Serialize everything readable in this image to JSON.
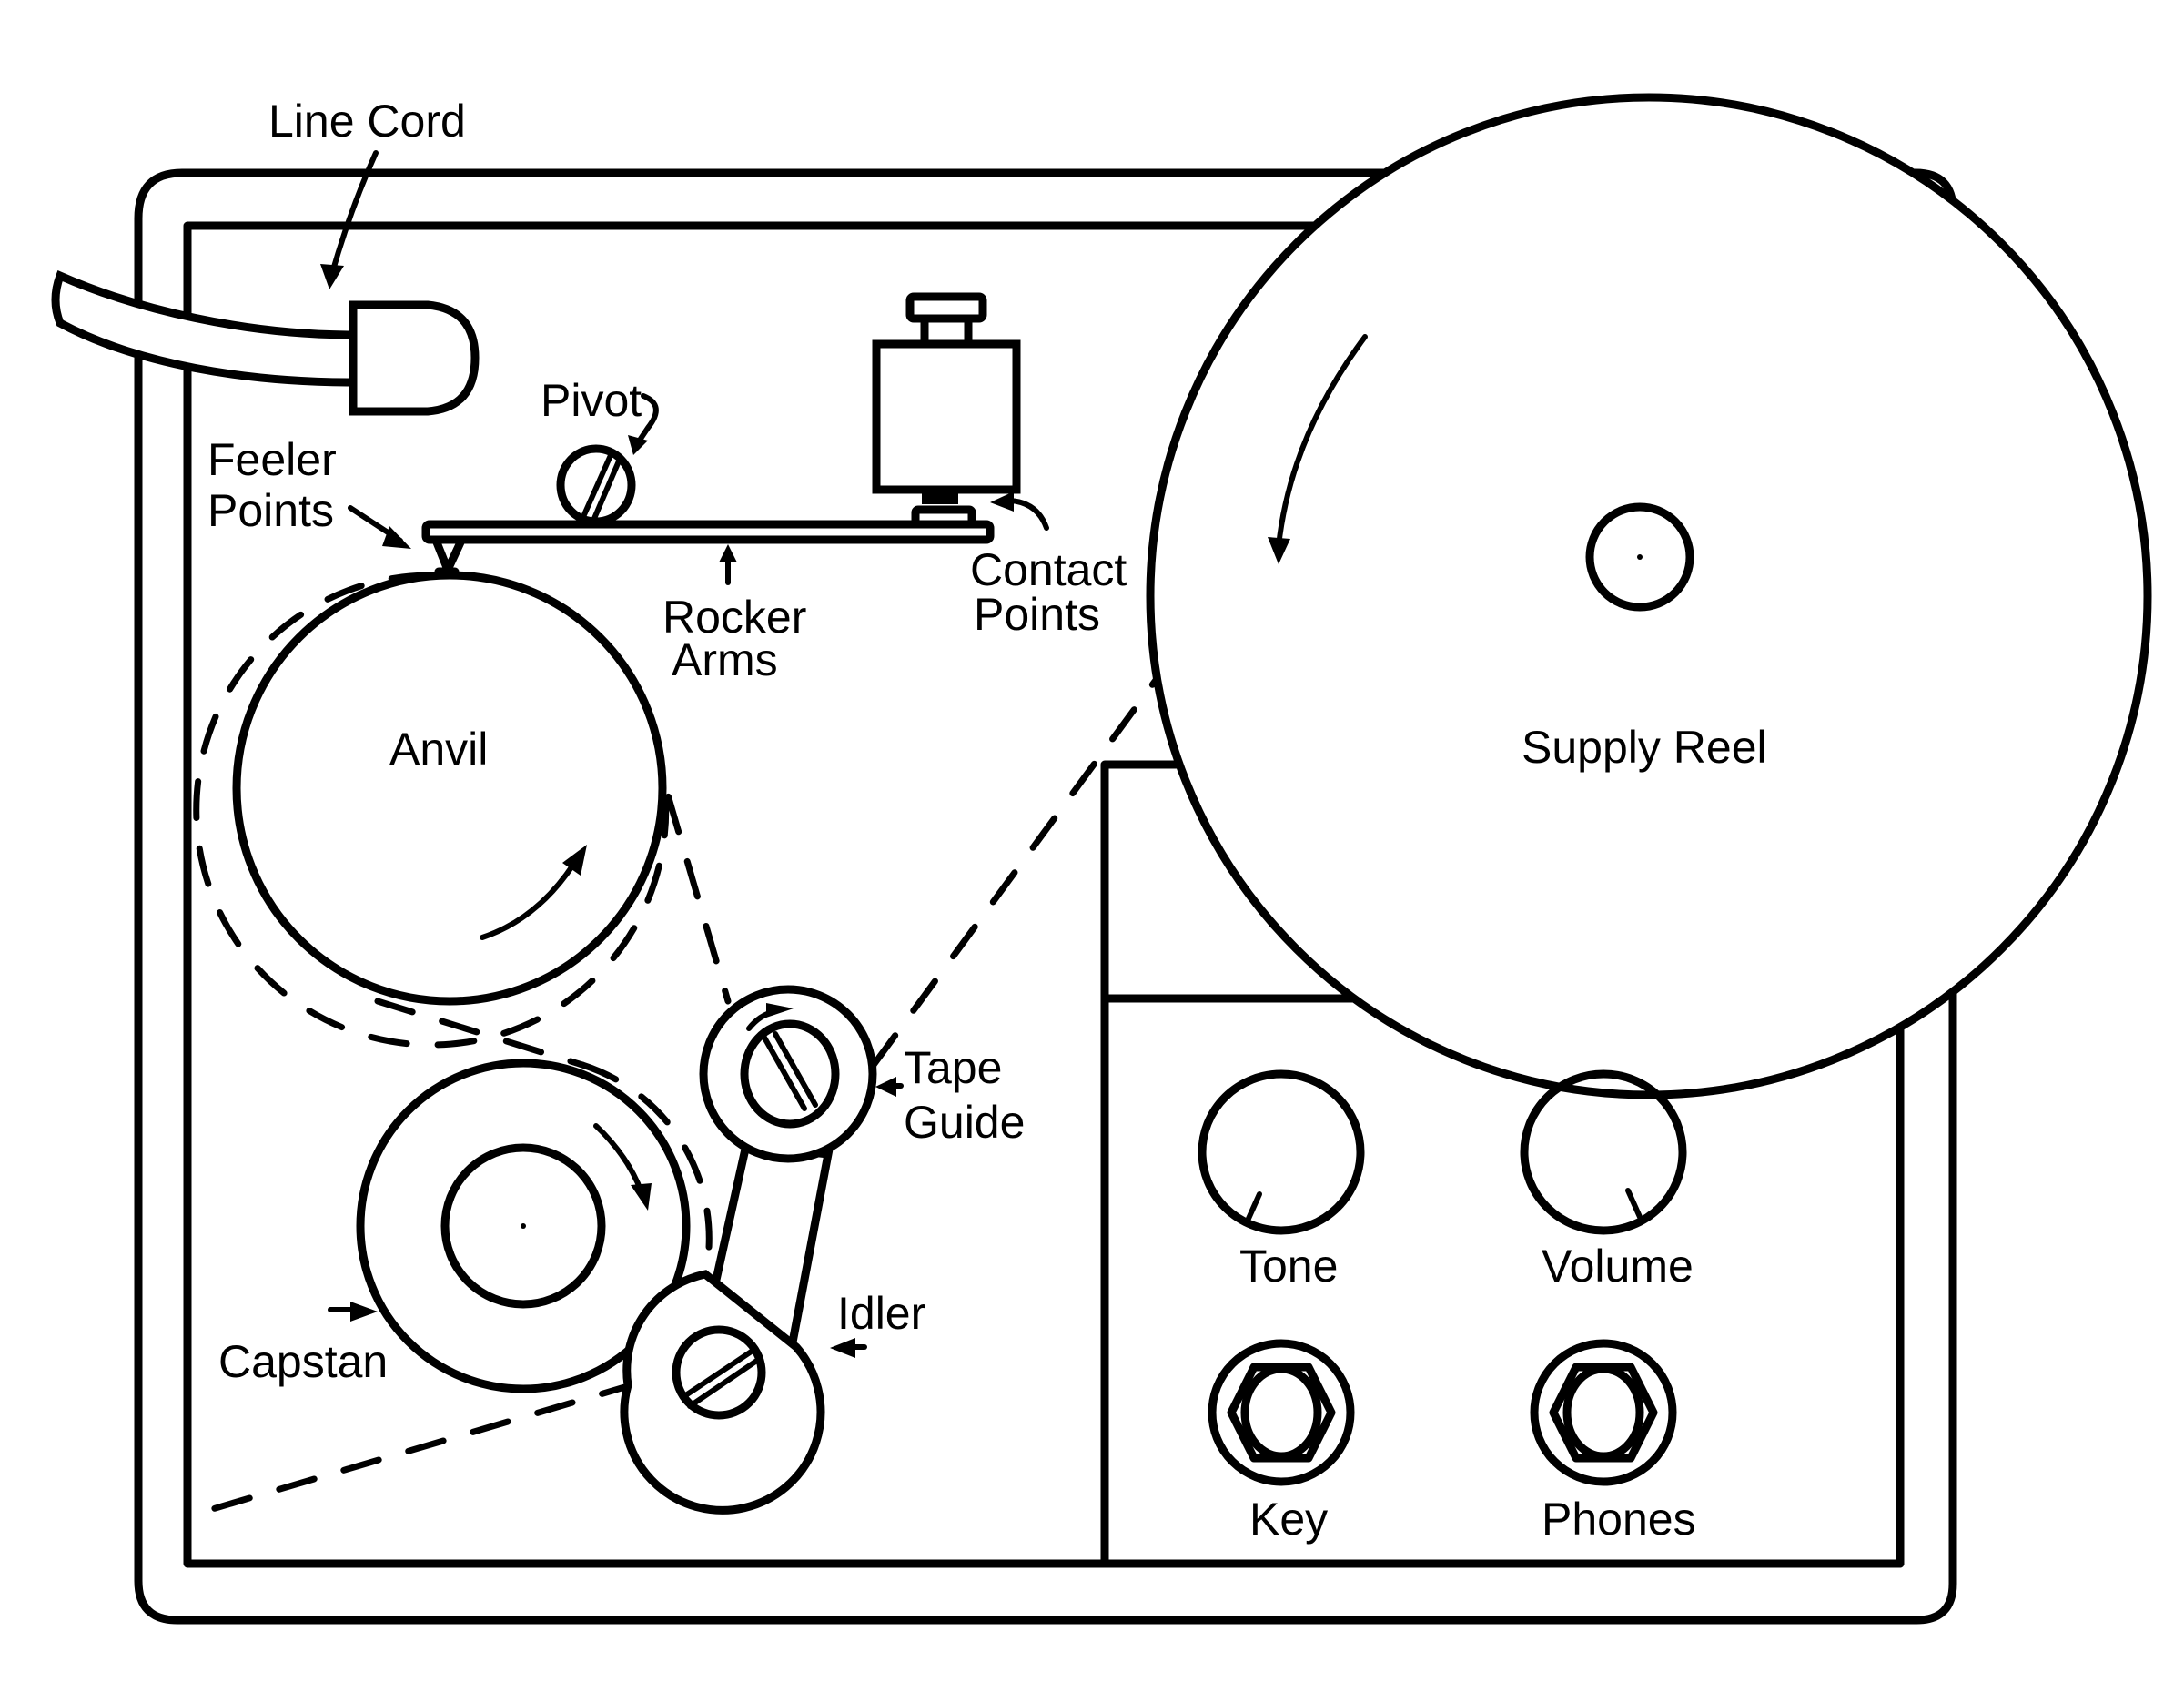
{
  "title": "Tape keyer mechanism (top view)",
  "colors": {
    "ink": "#000000",
    "paper": "#ffffff"
  },
  "labels": {
    "line_cord": "Line Cord",
    "pivot": "Pivot",
    "feeler_points_line1": "Feeler",
    "feeler_points_line2": "Points",
    "rocker_arms_line1": "Rocker",
    "rocker_arms_line2": "Arms",
    "contact_points_line1": "Contact",
    "contact_points_line2": "Points",
    "supply_reel": "Supply Reel",
    "anvil": "Anvil",
    "tape_guide_line1": "Tape",
    "tape_guide_line2": "Guide",
    "capstan": "Capstan",
    "idler": "Idler",
    "tone": "Tone",
    "volume": "Volume",
    "key": "Key",
    "phones": "Phones"
  },
  "components": [
    {
      "id": "line-cord",
      "label_key": "line_cord"
    },
    {
      "id": "pivot",
      "label_key": "pivot"
    },
    {
      "id": "feeler-points",
      "label_key": "feeler_points"
    },
    {
      "id": "rocker-arms",
      "label_key": "rocker_arms"
    },
    {
      "id": "contact-points",
      "label_key": "contact_points"
    },
    {
      "id": "supply-reel",
      "label_key": "supply_reel",
      "rotation": "counterclockwise"
    },
    {
      "id": "anvil",
      "label_key": "anvil",
      "rotation": "counterclockwise"
    },
    {
      "id": "tape-guide",
      "label_key": "tape_guide"
    },
    {
      "id": "capstan",
      "label_key": "capstan",
      "rotation": "clockwise"
    },
    {
      "id": "idler",
      "label_key": "idler"
    },
    {
      "id": "tone-knob",
      "label_key": "tone"
    },
    {
      "id": "volume-knob",
      "label_key": "volume"
    },
    {
      "id": "key-jack",
      "label_key": "key"
    },
    {
      "id": "phones-jack",
      "label_key": "phones"
    }
  ]
}
